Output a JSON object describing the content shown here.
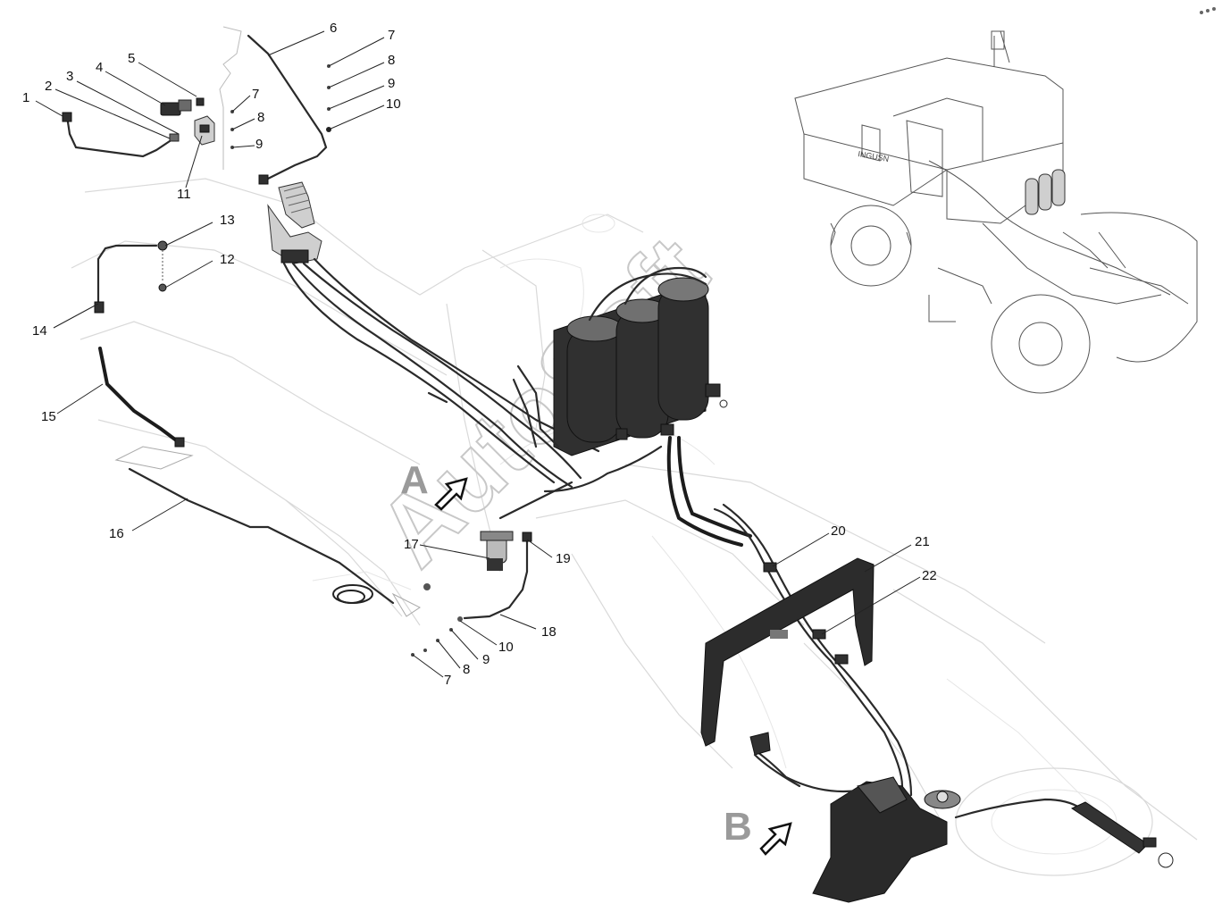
{
  "callouts": [
    {
      "id": "1",
      "label": "1"
    },
    {
      "id": "2",
      "label": "2"
    },
    {
      "id": "3",
      "label": "3"
    },
    {
      "id": "4",
      "label": "4"
    },
    {
      "id": "5",
      "label": "5"
    },
    {
      "id": "6",
      "label": "6"
    },
    {
      "id": "7a",
      "label": "7"
    },
    {
      "id": "8a",
      "label": "8"
    },
    {
      "id": "9a",
      "label": "9"
    },
    {
      "id": "10a",
      "label": "10"
    },
    {
      "id": "7b",
      "label": "7"
    },
    {
      "id": "8b",
      "label": "8"
    },
    {
      "id": "9b",
      "label": "9"
    },
    {
      "id": "11",
      "label": "11"
    },
    {
      "id": "13",
      "label": "13"
    },
    {
      "id": "12",
      "label": "12"
    },
    {
      "id": "14",
      "label": "14"
    },
    {
      "id": "15",
      "label": "15"
    },
    {
      "id": "16",
      "label": "16"
    },
    {
      "id": "17",
      "label": "17"
    },
    {
      "id": "19",
      "label": "19"
    },
    {
      "id": "18",
      "label": "18"
    },
    {
      "id": "10b",
      "label": "10"
    },
    {
      "id": "9c",
      "label": "9"
    },
    {
      "id": "8c",
      "label": "8"
    },
    {
      "id": "7c",
      "label": "7"
    },
    {
      "id": "20",
      "label": "20"
    },
    {
      "id": "21",
      "label": "21"
    },
    {
      "id": "22",
      "label": "22"
    }
  ],
  "views": {
    "a": "A",
    "b": "B"
  },
  "watermark": "AutoSoft",
  "tractor_badge": "INGUSN",
  "colors": {
    "line": "#222222",
    "ghost": "#d9d9d9",
    "view_letter": "#9a9a9a",
    "parts_dark": "#303030"
  }
}
